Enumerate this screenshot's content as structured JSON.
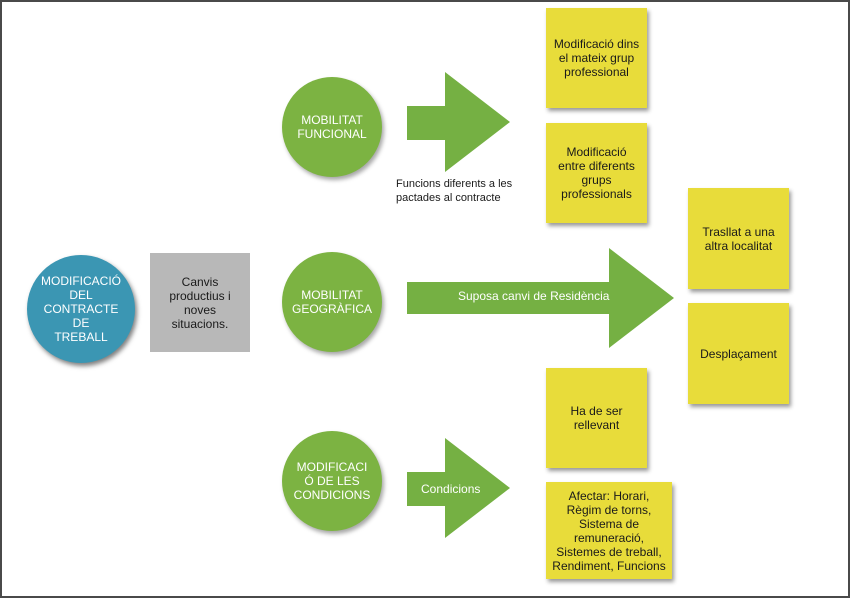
{
  "root": {
    "label": "MODIFICACIÓ\nDEL\nCONTRACTE DE\nTREBALL"
  },
  "cause": {
    "label": "Canvis\nproductius i\nnoves\nsituacions."
  },
  "branches": {
    "funcional": {
      "label": "MOBILITAT\nFUNCIONAL",
      "caption": "Funcions diferents a les\npactades al contracte",
      "notes": [
        "Modificació dins\nel mateix grup\nprofessional",
        "Modificació\nentre diferents\ngrups\nprofessionals"
      ]
    },
    "geografica": {
      "label": "MOBILITAT\nGEOGRÀFICA",
      "arrow_label": "Suposa canvi de Residència",
      "notes": [
        "Trasllat a una\naltra localitat",
        "Desplaçament"
      ]
    },
    "condicions": {
      "label": "MODIFICACI\nÓ DE LES\nCONDICIONS",
      "arrow_label": "Condicions",
      "notes": [
        "Ha de ser\nrellevant",
        "Afectar: Horari,\nRègim de torns,\nSistema de\nremuneració,\nSistemes de treball,\nRendiment, Funcions"
      ]
    }
  },
  "colors": {
    "node_green": "#7cb342",
    "node_blue": "#3b96b3",
    "arrow_green": "#75b043",
    "note_yellow": "#e8dc3a",
    "cause_grey": "#b8b8b8"
  }
}
